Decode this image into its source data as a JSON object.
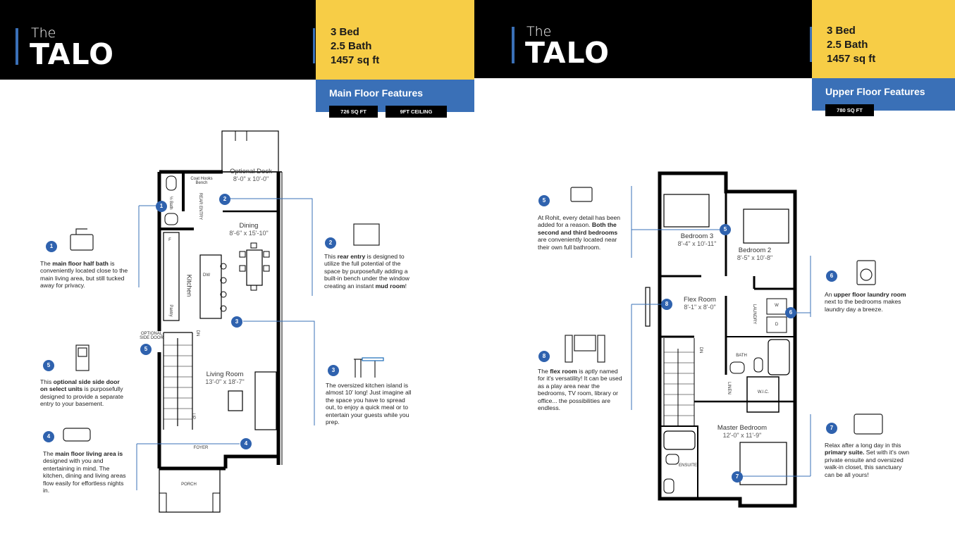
{
  "brand": {
    "the": "The",
    "name": "TALO"
  },
  "stats": {
    "beds": "3 Bed",
    "baths": "2.5 Bath",
    "sqft": "1457 sq ft"
  },
  "main_floor": {
    "title": "Main Floor Features",
    "tags": [
      "726 SQ FT",
      "9FT CEILING"
    ],
    "rooms": {
      "deck": "Optional Deck",
      "deck_dim": "8'-0\" x 10'-0\"",
      "dining": "Dining",
      "dining_dim": "8'-6\" x 15'-10\"",
      "kitchen": "Kitchen",
      "living": "Living Room",
      "living_dim": "13'-0\" x 18'-7\"",
      "coat": "Coat Hooks",
      "bench": "Bench",
      "half_bath": "½ Bath",
      "rear_entry": "REAR ENTRY",
      "pantry": "Pantry",
      "f": "F",
      "dw": "DW",
      "dn": "DN",
      "up": "UP",
      "side_door_1": "OPTIONAL",
      "side_door_2": "SIDE DOOR",
      "foyer": "FOYER",
      "porch": "PORCH"
    },
    "callouts": {
      "c1": {
        "num": "1",
        "pre": "The ",
        "bold": "main floor half bath",
        "post": " is conveniently located close to the main living area, but still tucked away for privacy."
      },
      "c5": {
        "num": "5",
        "pre": "This ",
        "bold": "optional side side door on select units",
        "post": " is purposefully designed to provide a separate entry to your basement."
      },
      "c4": {
        "num": "4",
        "pre": "The ",
        "bold": "main floor living area is",
        "post": " designed with you and entertaining in mind. The kitchen, dining and living areas flow easily for effortless nights in."
      },
      "c2": {
        "num": "2",
        "pre": "This ",
        "bold": "rear entry",
        "post": " is designed to utilize the full potential of the space by purposefully adding a built-in bench under the window creating an instant ",
        "bold2": "mud room",
        "post2": "!"
      },
      "c3": {
        "num": "3",
        "text": "The oversized kitchen island is almost 10' long! Just imagine all the space you have to spread out, to enjoy a quick meal or to entertain your guests while you prep."
      }
    }
  },
  "upper_floor": {
    "title": "Upper Floor Features",
    "tags": [
      "780 SQ FT"
    ],
    "rooms": {
      "bed3": "Bedroom 3",
      "bed3_dim": "8'-4\" x 10'-11\"",
      "bed2": "Bedroom 2",
      "bed2_dim": "8'-5\" x 10'-8\"",
      "flex": "Flex Room",
      "flex_dim": "8'-1\" x 8'-0\"",
      "master": "Master Bedroom",
      "master_dim": "12'-0\" x 11'-9\"",
      "laundry": "LAUNDRY",
      "w": "W",
      "d": "D",
      "bath": "BATH",
      "wic": "W.I.C.",
      "linen": "LINEN",
      "ensuite": "ENSUITE",
      "dn": "DN"
    },
    "callouts": {
      "c5": {
        "num": "5",
        "pre": "At Rohit, every detail has been added for a reason. ",
        "bold": "Both the second and third bedrooms",
        "post": " are conveniently located near their own full bathroom."
      },
      "c8": {
        "num": "8",
        "pre": "The ",
        "bold": "flex room",
        "post": " is aptly named for it's versatility! It can be used as a play area near the bedrooms, TV room, library or office... the possibilities are endless."
      },
      "c6": {
        "num": "6",
        "pre": "An ",
        "bold": "upper floor laundry room",
        "post": " next to the bedrooms makes laundry day a breeze."
      },
      "c7": {
        "num": "7",
        "pre": "Relax after a long day in this ",
        "bold": "primary suite.",
        "post": " Set with it's own private ensuite and oversized walk-in closet, this sanctuary can be all yours!"
      }
    }
  },
  "colors": {
    "black": "#000000",
    "yellow": "#f7cd46",
    "blue": "#3a70b7"
  }
}
